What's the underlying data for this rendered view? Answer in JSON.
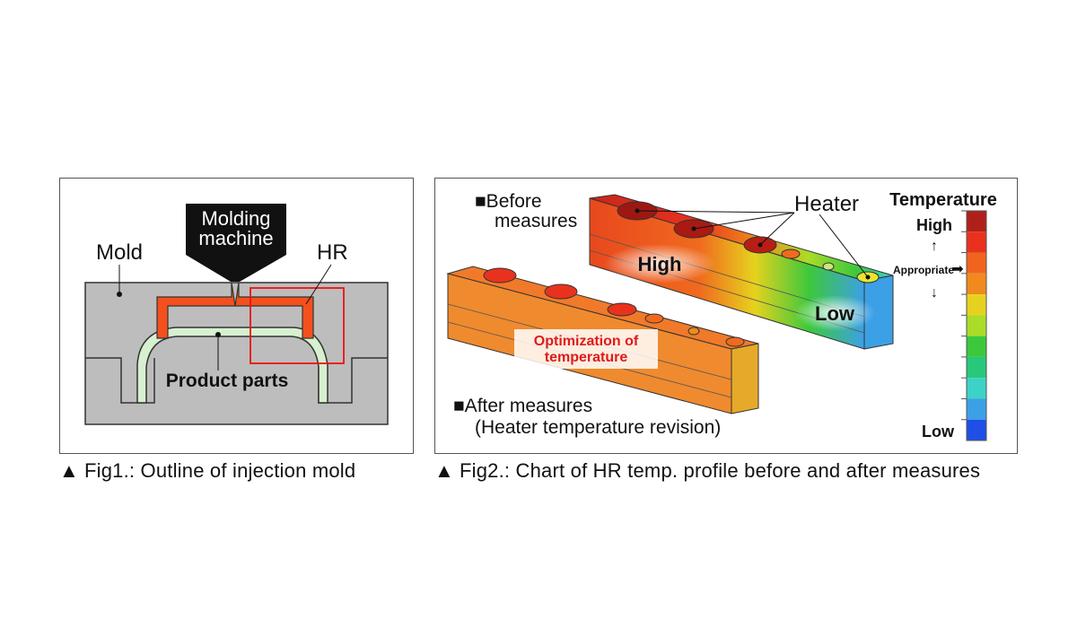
{
  "fig1": {
    "mold_label": "Mold",
    "machine_label_line1": "Molding",
    "machine_label_line2": "machine",
    "hr_label": "HR",
    "product_label": "Product parts",
    "caption_marker": "▲",
    "caption": "Fig1.: Outline of injection mold"
  },
  "fig2": {
    "before_line1": "■Before",
    "before_line2": "measures",
    "heater_label": "Heater",
    "high_region": "High",
    "low_region": "Low",
    "optimization_line1": "Optimization of",
    "optimization_line2": "temperature",
    "after_line1": "■After measures",
    "after_line2": "(Heater temperature revision)",
    "legend": {
      "title": "Temperature",
      "high": "High",
      "appropriate": "Appropriate",
      "low": "Low",
      "colors": [
        "#b0201a",
        "#e8321e",
        "#f0641e",
        "#f08a1e",
        "#e6d21e",
        "#aadc28",
        "#3cc83c",
        "#28c87a",
        "#3cd2c8",
        "#3ca0e6",
        "#1e50e6"
      ]
    },
    "caption_marker": "▲",
    "caption": "Fig2.: Chart of HR temp. profile before and after measures"
  }
}
